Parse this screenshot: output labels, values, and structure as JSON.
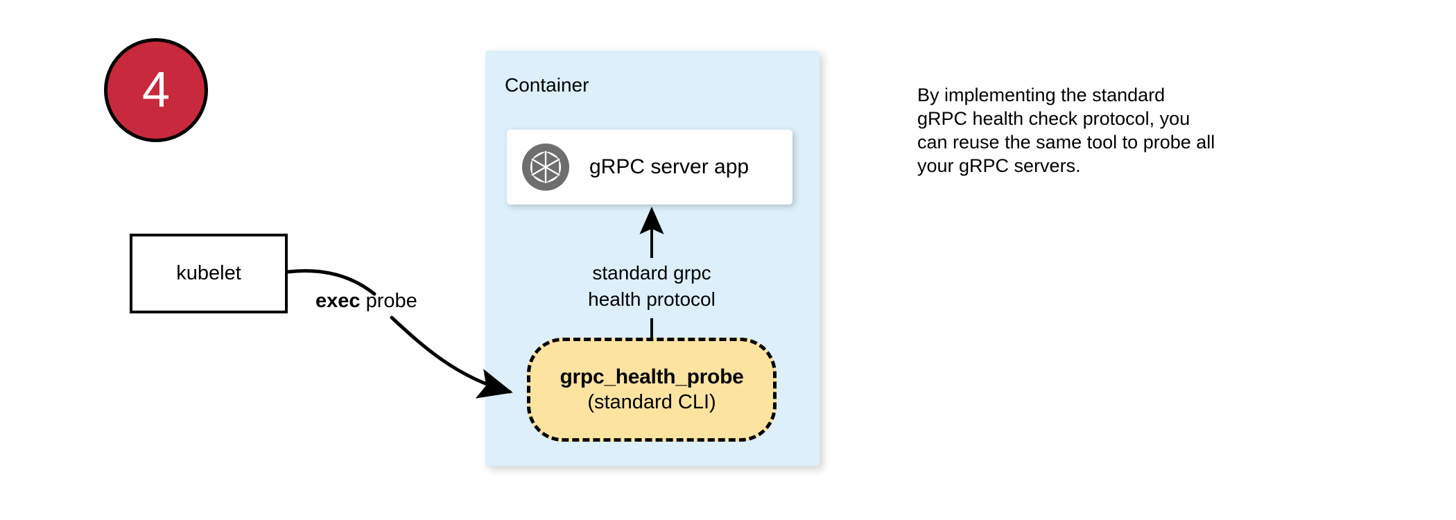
{
  "step": {
    "number": "4",
    "circle_color": "#C9293C",
    "text_color": "#FFFFFF"
  },
  "kubelet": {
    "label": "kubelet"
  },
  "container": {
    "title": "Container",
    "fill_color": "#DCEFFA"
  },
  "grpc_app": {
    "icon": "grpc-aperture-icon",
    "label": "gRPC server app",
    "icon_color": "#6E6E6E"
  },
  "probe_node": {
    "title": "grpc_health_probe",
    "subtitle": "(standard CLI)",
    "fill_color": "#FCE3A0"
  },
  "edges": {
    "exec_probe_bold": "exec",
    "exec_probe_rest": " probe",
    "protocol_line1": "standard grpc",
    "protocol_line2": "health protocol"
  },
  "caption": {
    "line1": "By implementing the standard",
    "line2": "gRPC health check protocol, you",
    "line3": "can reuse the same tool to probe all",
    "line4": "your gRPC servers."
  }
}
